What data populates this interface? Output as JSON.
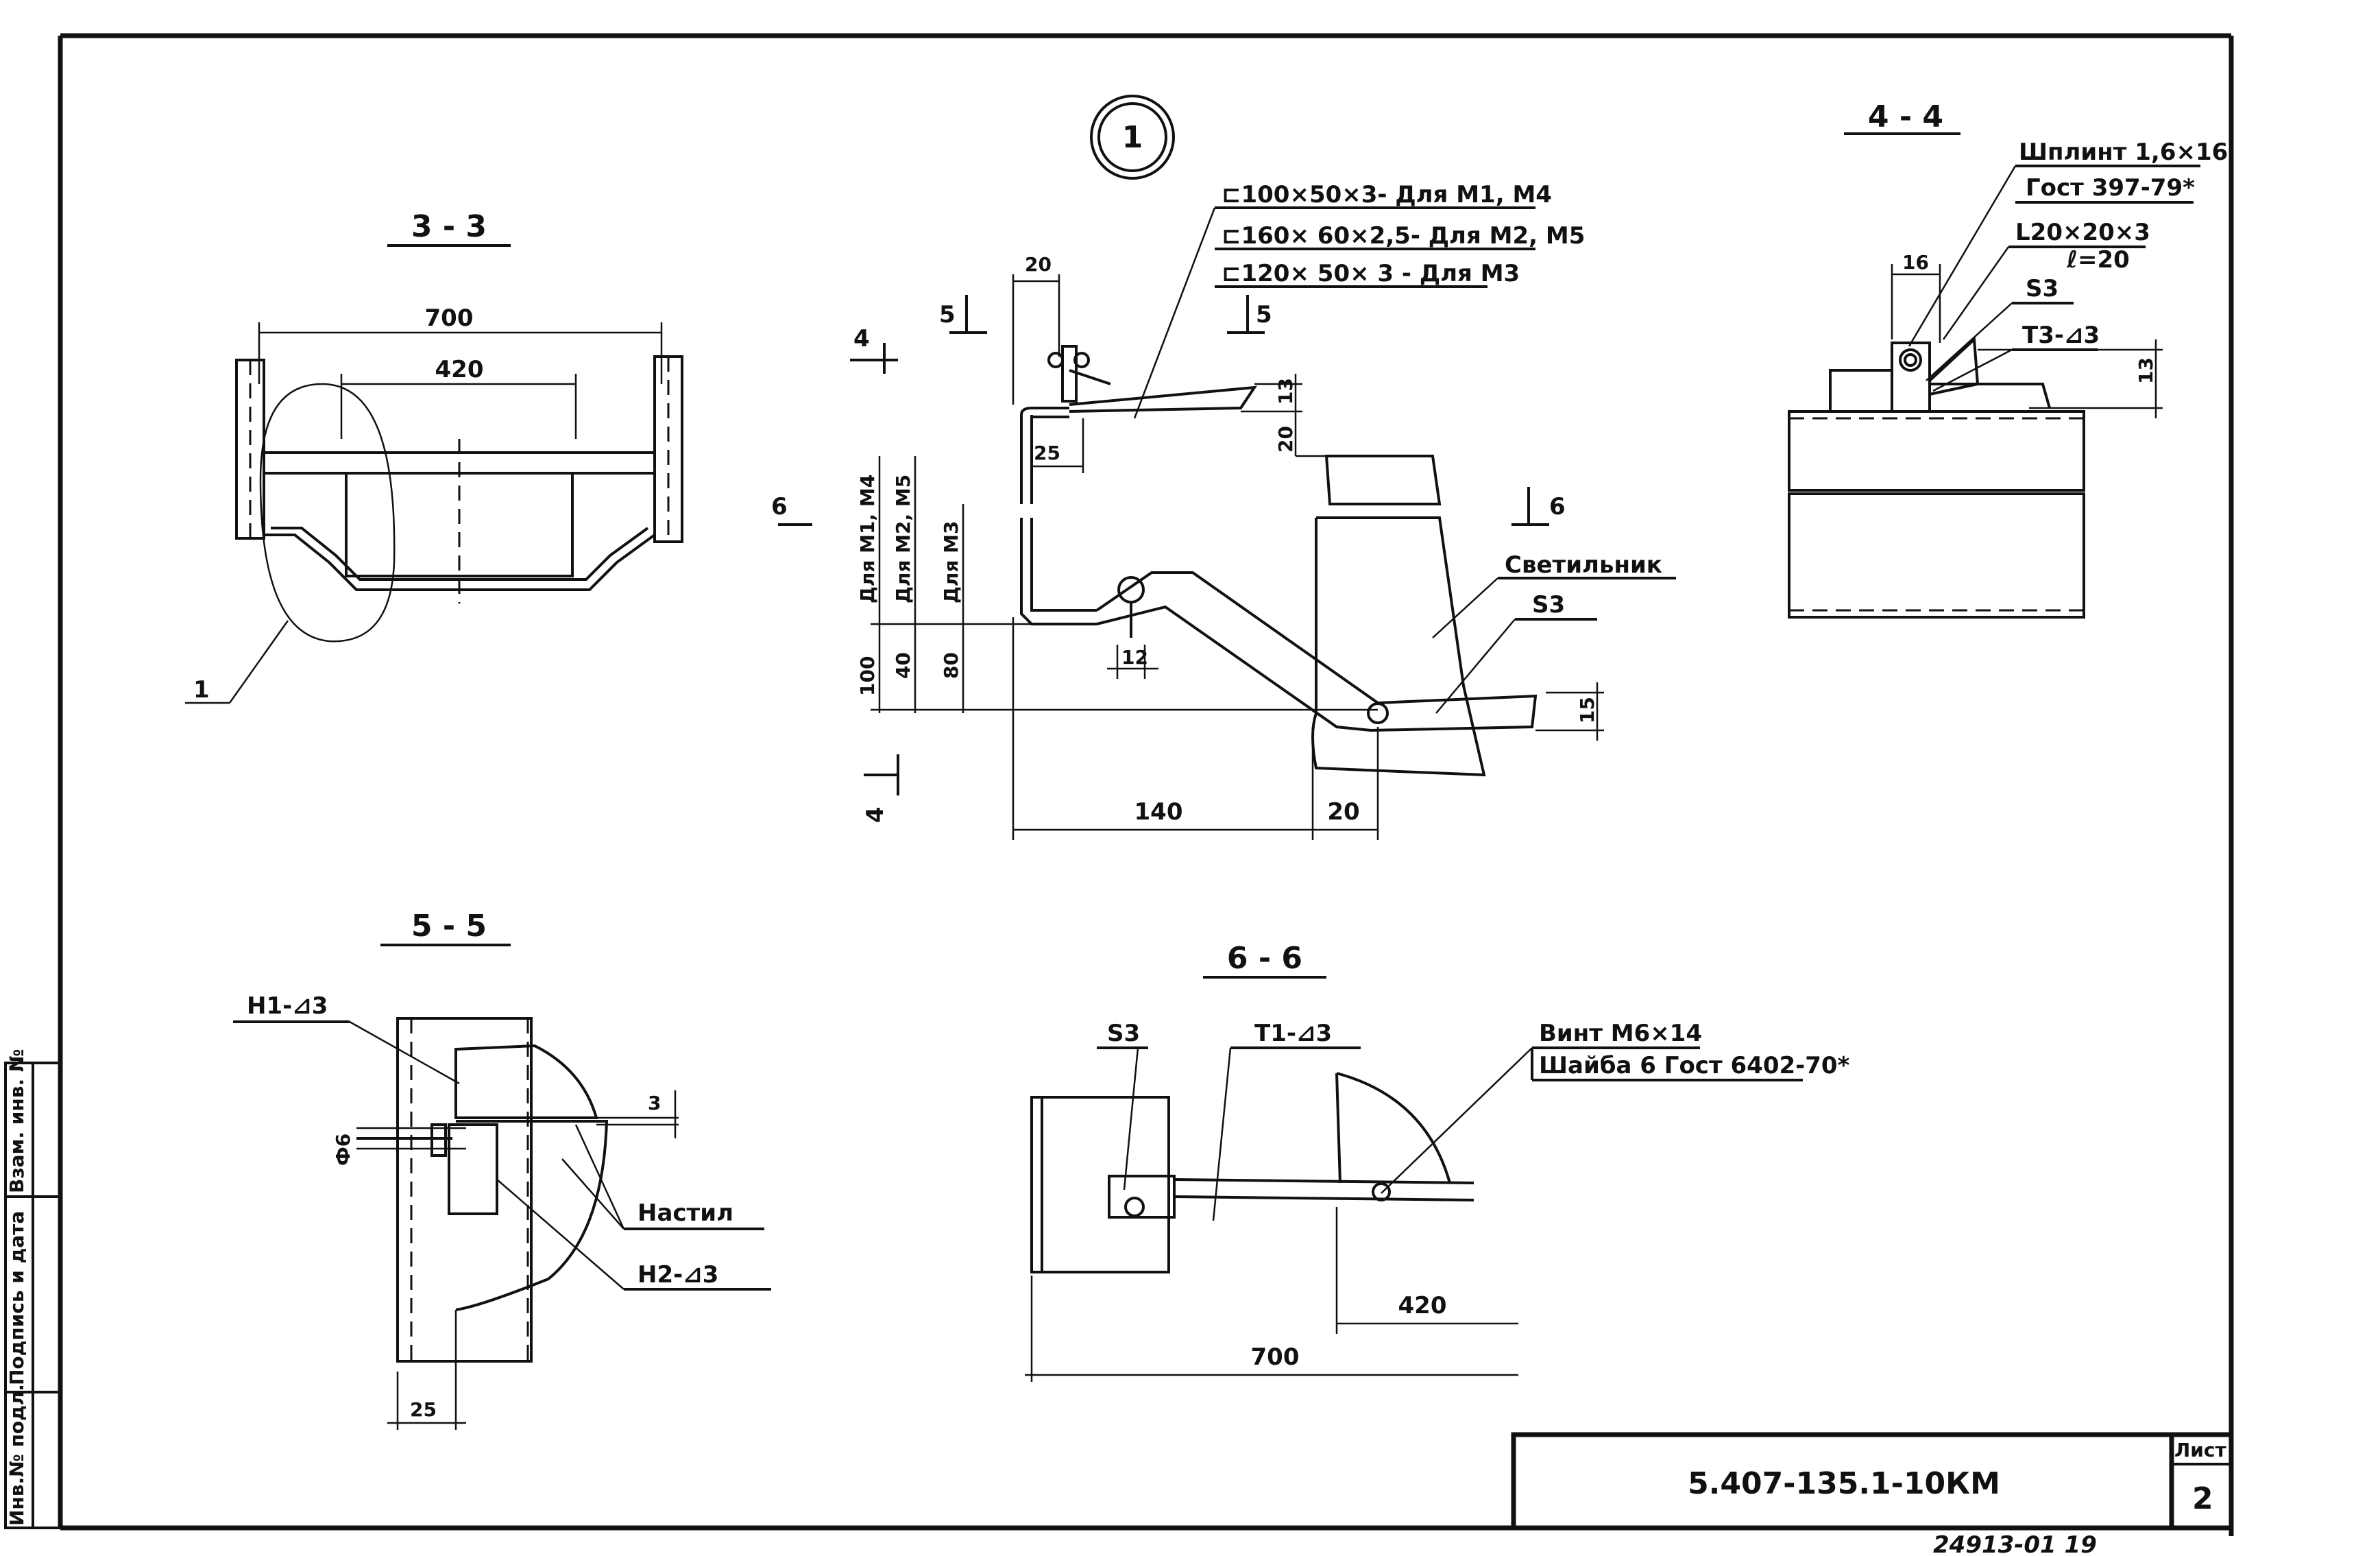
{
  "detail_mark": "1",
  "sections": {
    "s33": "3 - 3",
    "s44": "4 - 4",
    "s55": "5 - 5",
    "s66": "6 - 6"
  },
  "cut_labels": {
    "c4": "4",
    "c5": "5",
    "c6": "6"
  },
  "callouts": {
    "channel_m1": "⊏100×50×3- Для М1, М4",
    "channel_m2": "⊏160× 60×2,5- Для М2, М5",
    "channel_m3": "⊏120× 50× 3 - Для М3",
    "cotter": "Шплинт 1,6×16",
    "cotter_gost": "Гост 397-79*",
    "angle": "L20×20×3",
    "angle_len": "ℓ=20",
    "s3": "S3",
    "t3": "T3-⊿3",
    "lamp": "Светильник",
    "h1": "Н1-⊿3",
    "h2": "Н2-⊿3",
    "deck": "Настил",
    "t1": "T1-⊿3",
    "screw": "Винт М6×14",
    "washer": "Шайба 6 Гост 6402-70*",
    "leader_1": "1",
    "for_m1": "Для М1, М4",
    "for_m2": "Для М2, М5",
    "for_m3": "Для М3"
  },
  "dims": {
    "d700": "700",
    "d420": "420",
    "d20": "20",
    "d25": "25",
    "d13": "13",
    "d100": "100",
    "d40": "40",
    "d80": "80",
    "d12": "12",
    "d140": "140",
    "d15": "15",
    "d16": "16",
    "d3": "3",
    "phi6": "Ф6"
  },
  "title_block": {
    "code": "5.407-135.1-10КМ",
    "sheet_label": "Лист",
    "sheet_no": "2"
  },
  "side_stamp": {
    "inv": "Инв.№ подл.",
    "sign": "Подпись и дата",
    "replace": "Взам. инв. №"
  },
  "footer_number": "24913-01   19"
}
